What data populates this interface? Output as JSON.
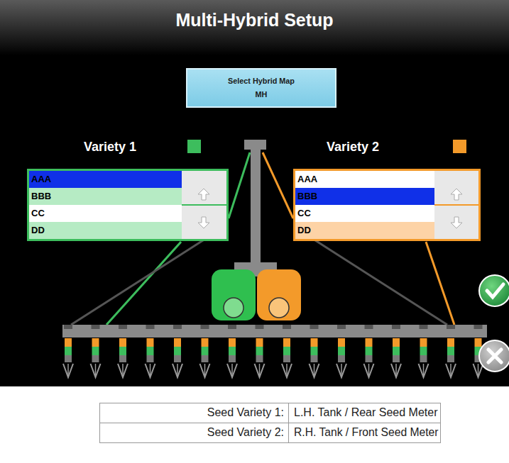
{
  "diagram": {
    "title": "Multi-Hybrid Setup",
    "nodes": [
      {
        "text": [
          "Select Hybrid Map",
          "MH"
        ]
      },
      {
        "text": [
          "Variety 1"
        ]
      },
      {
        "text": [
          "AAA"
        ],
        "in": 1
      },
      {
        "text": [
          "BBB"
        ],
        "in": 1
      },
      {
        "text": [
          "CC"
        ],
        "in": 1
      },
      {
        "text": [
          "DD"
        ],
        "in": 1
      },
      {
        "text": [
          "Variety 2"
        ]
      },
      {
        "text": [
          "AAA"
        ],
        "in": 6
      },
      {
        "text": [
          "BBB"
        ],
        "in": 6
      },
      {
        "text": [
          "CC"
        ],
        "in": 6
      },
      {
        "text": [
          "DD"
        ],
        "in": 6
      }
    ],
    "labels": [
      "Seed Variety 1:",
      "L.H. Tank / Rear Seed Meter",
      "Seed Variety 2:",
      "R.H. Tank / Front Seed Meter"
    ]
  }
}
